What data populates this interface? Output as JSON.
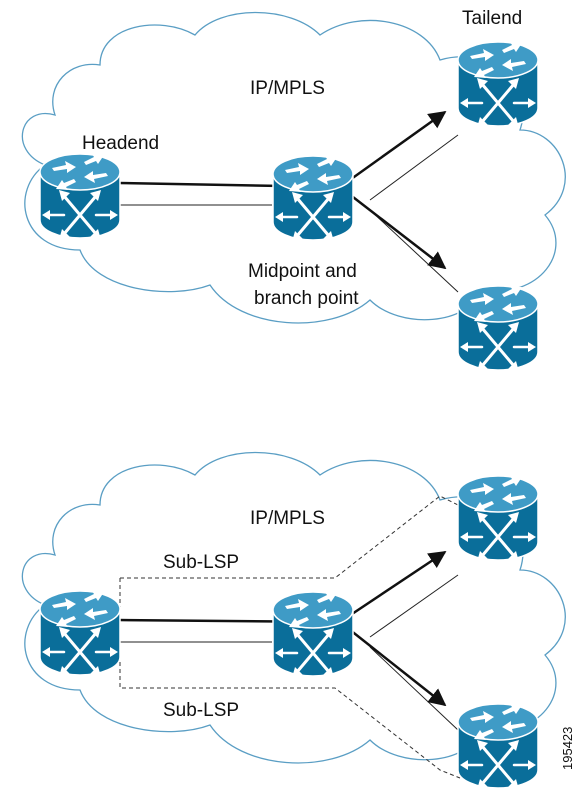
{
  "top_diagram": {
    "network_label": "IP/MPLS",
    "headend_label": "Headend",
    "tailend_label": "Tailend",
    "midpoint_label_line1": "Midpoint and",
    "midpoint_label_line2": "branch point"
  },
  "bottom_diagram": {
    "network_label": "IP/MPLS",
    "sublsp_upper_label": "Sub-LSP",
    "sublsp_lower_label": "Sub-LSP"
  },
  "figure_id": "195423",
  "colors": {
    "router_body": "#0a6e9a",
    "router_top": "#3f9bc6",
    "cloud_stroke": "#5a9ec4",
    "lsp_arrow": "#111111"
  }
}
